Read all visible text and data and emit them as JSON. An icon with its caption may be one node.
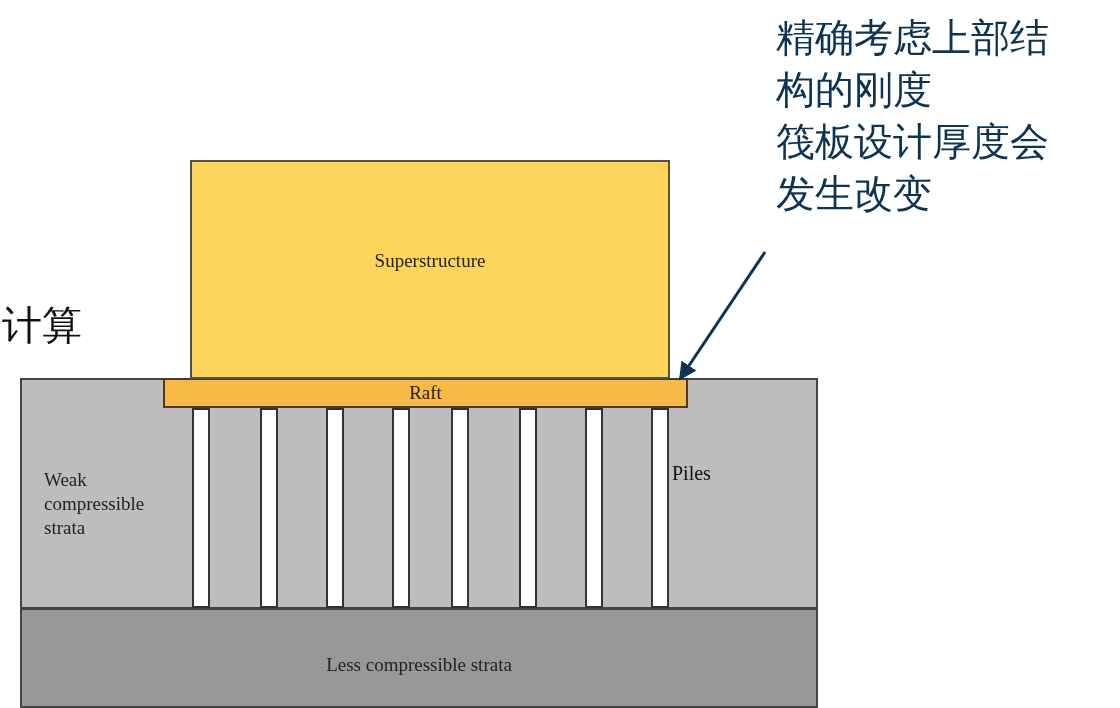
{
  "diagram": {
    "nodes": [
      {
        "text": [
          "精确考虑上部结构的刚度",
          "筏板设计厚度会发生改变"
        ]
      },
      {
        "text": [
          "Superstructure"
        ]
      },
      {
        "text": [
          "Raft"
        ],
        "in": 3
      },
      {
        "text": [
          "Weak compressible strata"
        ]
      },
      {
        "text": [],
        "shape": "bar",
        "in": 3
      },
      {
        "text": [],
        "shape": "bar",
        "in": 3
      },
      {
        "text": [],
        "shape": "bar",
        "in": 3
      },
      {
        "text": [],
        "shape": "bar",
        "in": 3
      },
      {
        "text": [],
        "shape": "bar",
        "in": 3
      },
      {
        "text": [],
        "shape": "bar",
        "in": 3
      },
      {
        "text": [],
        "shape": "bar",
        "in": 3
      },
      {
        "text": [],
        "shape": "bar",
        "in": 3
      },
      {
        "text": [
          "Less compressible strata"
        ]
      }
    ],
    "edges": [
      {
        "from": 0,
        "to": 2,
        "arrow": "to"
      }
    ],
    "labels": [
      "计算",
      "Piles"
    ]
  }
}
